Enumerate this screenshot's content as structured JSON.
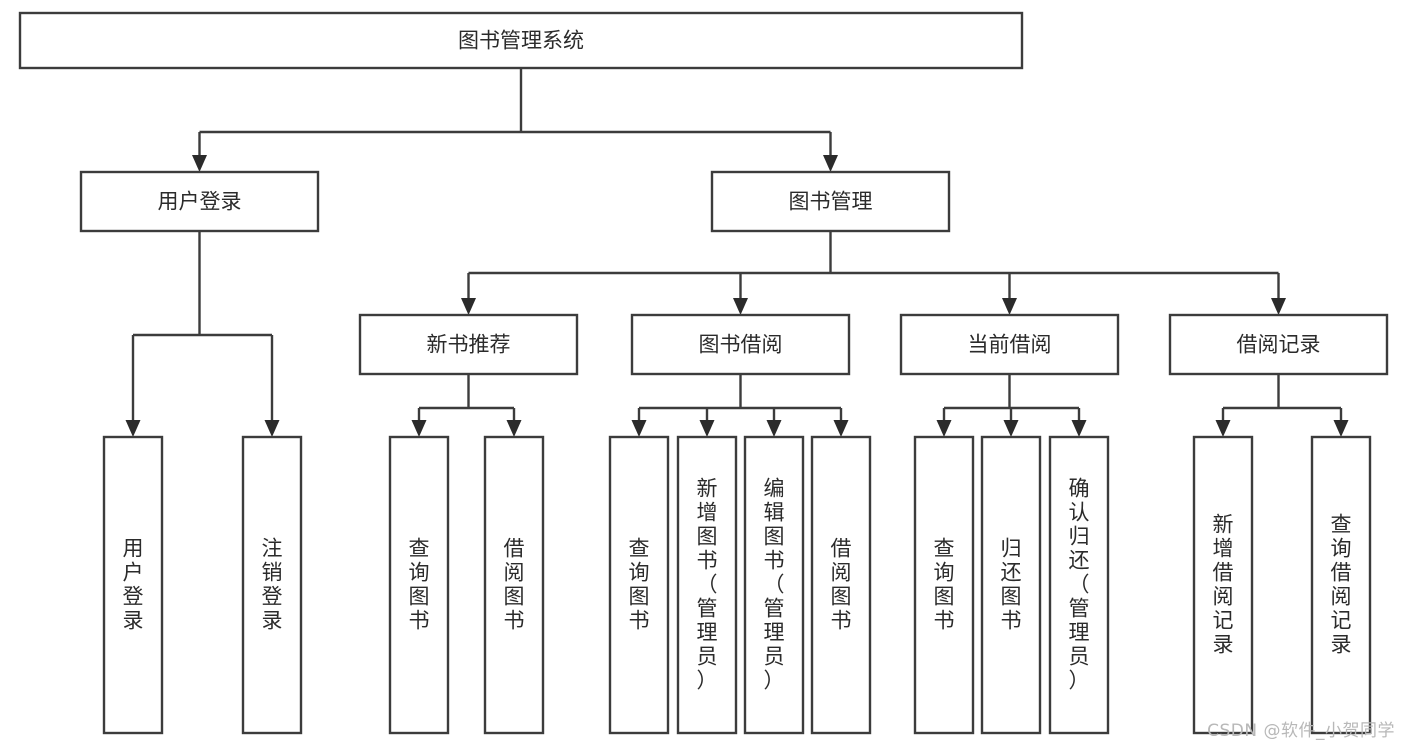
{
  "diagram": {
    "title": "图书管理系统",
    "watermark": "CSDN @软件_小贺同学",
    "colors": {
      "background": "#ffffff",
      "box_stroke": "#3c3c3c",
      "connector": "#3c3c3c",
      "arrow_fill": "#2b2b2b",
      "text": "#2b2b2b",
      "watermark": "#b8b8b8"
    },
    "root": {
      "id": "root",
      "label": "图书管理系统",
      "orientation": "horizontal"
    },
    "level2": [
      {
        "id": "user-login",
        "label": "用户登录",
        "orientation": "horizontal"
      },
      {
        "id": "book-management",
        "label": "图书管理",
        "orientation": "horizontal"
      }
    ],
    "level3": [
      {
        "id": "new-book-recommend",
        "label": "新书推荐",
        "orientation": "horizontal",
        "parent": "book-management"
      },
      {
        "id": "book-borrow",
        "label": "图书借阅",
        "orientation": "horizontal",
        "parent": "book-management"
      },
      {
        "id": "current-borrow",
        "label": "当前借阅",
        "orientation": "horizontal",
        "parent": "book-management"
      },
      {
        "id": "borrow-record",
        "label": "借阅记录",
        "orientation": "horizontal",
        "parent": "book-management"
      }
    ],
    "leaves": [
      {
        "id": "leaf-user-login",
        "label": "用户登录",
        "orientation": "vertical",
        "parent": "user-login"
      },
      {
        "id": "leaf-user-logout",
        "label": "注销登录",
        "orientation": "vertical",
        "parent": "user-login"
      },
      {
        "id": "leaf-query-book-1",
        "label": "查询图书",
        "orientation": "vertical",
        "parent": "new-book-recommend"
      },
      {
        "id": "leaf-borrow-book-1",
        "label": "借阅图书",
        "orientation": "vertical",
        "parent": "new-book-recommend"
      },
      {
        "id": "leaf-query-book-2",
        "label": "查询图书",
        "orientation": "vertical",
        "parent": "book-borrow"
      },
      {
        "id": "leaf-add-book",
        "label": "新增图书（管理员）",
        "orientation": "vertical",
        "parent": "book-borrow"
      },
      {
        "id": "leaf-edit-book",
        "label": "编辑图书（管理员）",
        "orientation": "vertical",
        "parent": "book-borrow"
      },
      {
        "id": "leaf-borrow-book-2",
        "label": "借阅图书",
        "orientation": "vertical",
        "parent": "book-borrow"
      },
      {
        "id": "leaf-query-book-3",
        "label": "查询图书",
        "orientation": "vertical",
        "parent": "current-borrow"
      },
      {
        "id": "leaf-return-book",
        "label": "归还图书",
        "orientation": "vertical",
        "parent": "current-borrow"
      },
      {
        "id": "leaf-confirm-return",
        "label": "确认归还（管理员）",
        "orientation": "vertical",
        "parent": "current-borrow"
      },
      {
        "id": "leaf-add-record",
        "label": "新增借阅记录",
        "orientation": "vertical",
        "parent": "borrow-record"
      },
      {
        "id": "leaf-query-record",
        "label": "查询借阅记录",
        "orientation": "vertical",
        "parent": "borrow-record"
      }
    ]
  }
}
